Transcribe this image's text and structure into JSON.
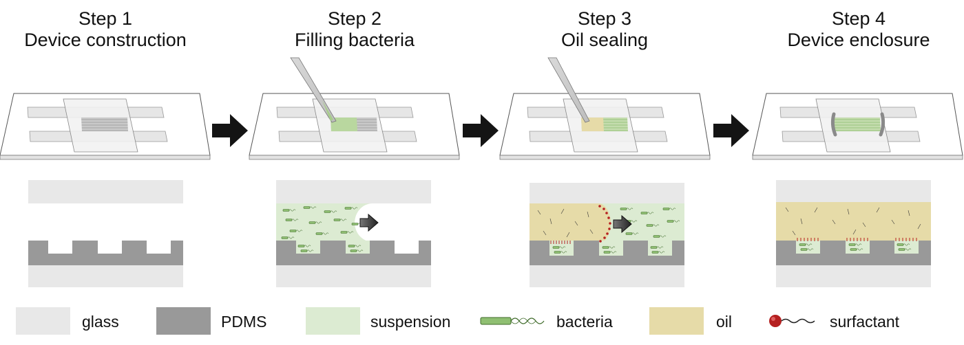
{
  "steps": [
    {
      "number": "Step 1",
      "title": "Device construction"
    },
    {
      "number": "Step 2",
      "title": "Filling bacteria"
    },
    {
      "number": "Step 3",
      "title": "Oil sealing"
    },
    {
      "number": "Step 4",
      "title": "Device enclosure"
    }
  ],
  "legend": [
    {
      "label": "glass",
      "swatch": "glass"
    },
    {
      "label": "PDMS",
      "swatch": "pdms"
    },
    {
      "label": "suspension",
      "swatch": "suspension"
    },
    {
      "label": "bacteria",
      "swatch": "bacteria-icon"
    },
    {
      "label": "oil",
      "swatch": "oil"
    },
    {
      "label": "surfactant",
      "swatch": "surfactant-icon"
    }
  ],
  "colors": {
    "glass": "#e8e8e8",
    "pdms": "#999999",
    "suspension": "#dcebd2",
    "bacteria": "#8fbf72",
    "oil": "#e6dba8",
    "surfactant": "#b52020",
    "arrow": "#1a1a1a"
  }
}
